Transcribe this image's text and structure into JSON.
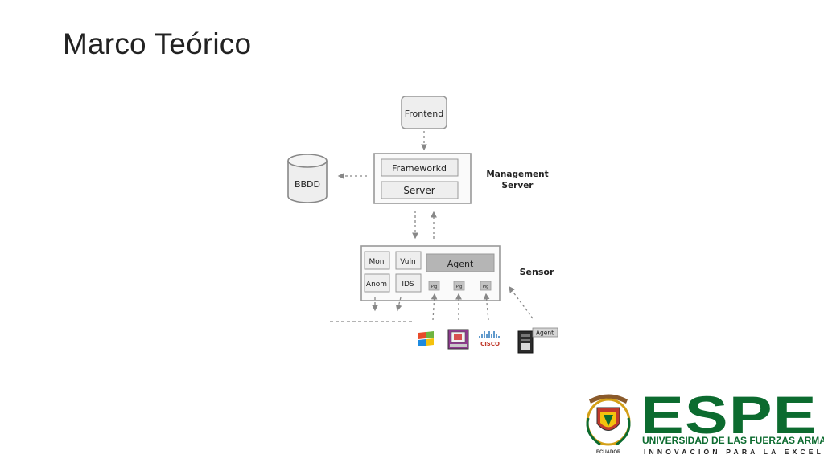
{
  "slide": {
    "title": "Marco Teórico"
  },
  "diagram": {
    "frontend": "Frontend",
    "database": "BBDD",
    "framework": "Frameworkd",
    "server": "Server",
    "management_label_1": "Management",
    "management_label_2": "Server",
    "sensor_label": "Sensor",
    "modules": [
      "Mon",
      "Vuln",
      "Anom",
      "IDS"
    ],
    "agent": "Agent",
    "plugins": [
      "Plg",
      "Plg",
      "Plg"
    ],
    "cisco": "CISCO",
    "remote_agent": "Agent"
  },
  "logo": {
    "wordmark": "ESPE",
    "university": "UNIVERSIDAD DE LAS FUERZAS ARMADAS",
    "motto": "INNOVACIÓN PARA LA EXCELENCIA",
    "seal_caption": "ECUADOR",
    "colors": {
      "green": "#0c6b2f",
      "red": "#c0392b",
      "gold": "#d4a017"
    }
  }
}
